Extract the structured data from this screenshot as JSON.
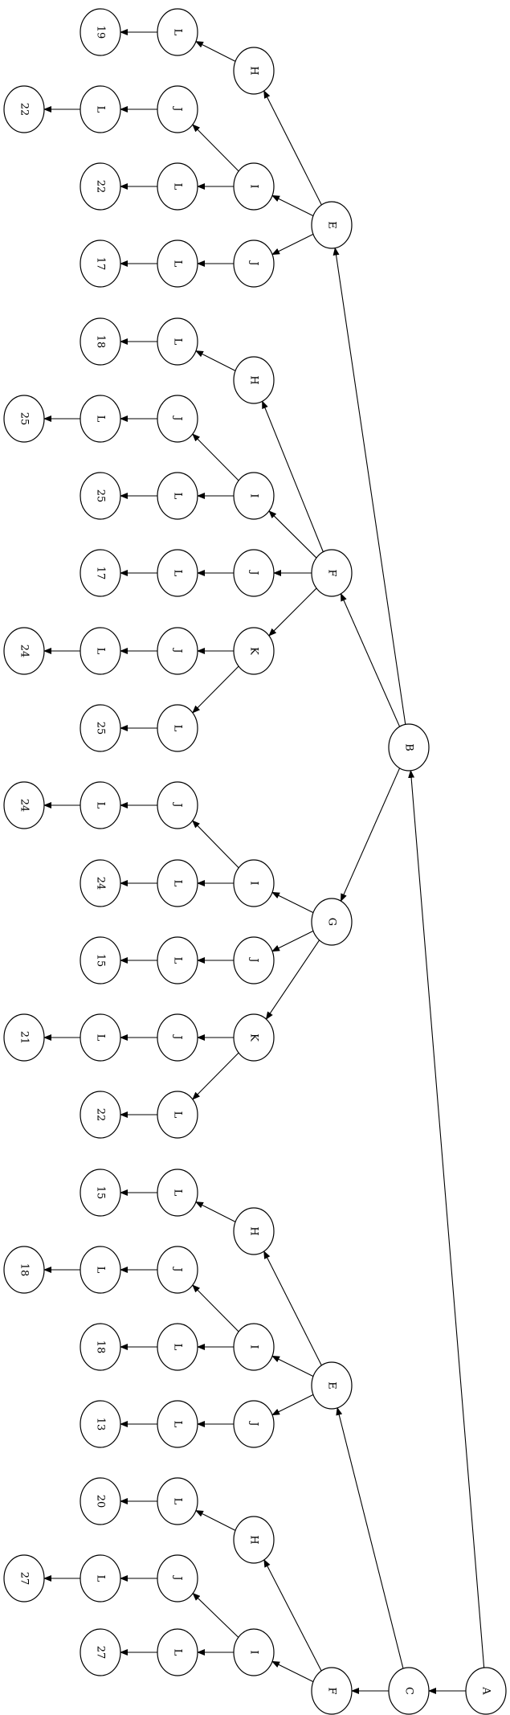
{
  "graph": {
    "nodes": [
      {
        "id": "a",
        "label": "A"
      },
      {
        "id": "b",
        "label": "B"
      },
      {
        "id": "c",
        "label": "C"
      },
      {
        "id": "e1",
        "label": "E"
      },
      {
        "id": "h1",
        "label": "H"
      },
      {
        "id": "l19",
        "label": "L"
      },
      {
        "id": "v19",
        "label": "19"
      },
      {
        "id": "i1",
        "label": "I"
      },
      {
        "id": "j1",
        "label": "J"
      },
      {
        "id": "l22a",
        "label": "L"
      },
      {
        "id": "v22a",
        "label": "22"
      },
      {
        "id": "l22b",
        "label": "L"
      },
      {
        "id": "v22b",
        "label": "22"
      },
      {
        "id": "j2",
        "label": "J"
      },
      {
        "id": "l17a",
        "label": "L"
      },
      {
        "id": "v17a",
        "label": "17"
      },
      {
        "id": "f1",
        "label": "F"
      },
      {
        "id": "h2",
        "label": "H"
      },
      {
        "id": "l18a",
        "label": "L"
      },
      {
        "id": "v18a",
        "label": "18"
      },
      {
        "id": "i2",
        "label": "I"
      },
      {
        "id": "j3",
        "label": "J"
      },
      {
        "id": "l25a",
        "label": "L"
      },
      {
        "id": "v25a",
        "label": "25"
      },
      {
        "id": "l25b",
        "label": "L"
      },
      {
        "id": "v25b",
        "label": "25"
      },
      {
        "id": "j4",
        "label": "J"
      },
      {
        "id": "l17b",
        "label": "L"
      },
      {
        "id": "v17b",
        "label": "17"
      },
      {
        "id": "k1",
        "label": "K"
      },
      {
        "id": "j5",
        "label": "J"
      },
      {
        "id": "l24a",
        "label": "L"
      },
      {
        "id": "v24a",
        "label": "24"
      },
      {
        "id": "l25c",
        "label": "L"
      },
      {
        "id": "v25c",
        "label": "25"
      },
      {
        "id": "g1",
        "label": "G"
      },
      {
        "id": "i3",
        "label": "I"
      },
      {
        "id": "j6",
        "label": "J"
      },
      {
        "id": "l24b",
        "label": "L"
      },
      {
        "id": "v24b",
        "label": "24"
      },
      {
        "id": "l24c",
        "label": "L"
      },
      {
        "id": "v24c",
        "label": "24"
      },
      {
        "id": "j7",
        "label": "J"
      },
      {
        "id": "l15a",
        "label": "L"
      },
      {
        "id": "v15a",
        "label": "15"
      },
      {
        "id": "k2",
        "label": "K"
      },
      {
        "id": "j8",
        "label": "J"
      },
      {
        "id": "l21",
        "label": "L"
      },
      {
        "id": "v21",
        "label": "21"
      },
      {
        "id": "l22c",
        "label": "L"
      },
      {
        "id": "v22c",
        "label": "22"
      },
      {
        "id": "e2",
        "label": "E"
      },
      {
        "id": "h3",
        "label": "H"
      },
      {
        "id": "l15b",
        "label": "L"
      },
      {
        "id": "v15b",
        "label": "15"
      },
      {
        "id": "i4",
        "label": "I"
      },
      {
        "id": "j9",
        "label": "J"
      },
      {
        "id": "l18b",
        "label": "L"
      },
      {
        "id": "v18b",
        "label": "18"
      },
      {
        "id": "l18c",
        "label": "L"
      },
      {
        "id": "v18c",
        "label": "18"
      },
      {
        "id": "j10",
        "label": "J"
      },
      {
        "id": "l13",
        "label": "L"
      },
      {
        "id": "v13",
        "label": "13"
      },
      {
        "id": "f2",
        "label": "F"
      },
      {
        "id": "h4",
        "label": "H"
      },
      {
        "id": "l20",
        "label": "L"
      },
      {
        "id": "v20",
        "label": "20"
      },
      {
        "id": "i5",
        "label": "I"
      },
      {
        "id": "j11",
        "label": "J"
      },
      {
        "id": "l27a",
        "label": "L"
      },
      {
        "id": "v27a",
        "label": "27"
      },
      {
        "id": "l27b",
        "label": "L"
      },
      {
        "id": "v27b",
        "label": "27"
      }
    ],
    "edges": [
      [
        "a",
        "b"
      ],
      [
        "a",
        "c"
      ],
      [
        "b",
        "e1"
      ],
      [
        "b",
        "f1"
      ],
      [
        "b",
        "g1"
      ],
      [
        "c",
        "e2"
      ],
      [
        "c",
        "f2"
      ],
      [
        "e1",
        "h1"
      ],
      [
        "e1",
        "i1"
      ],
      [
        "e1",
        "j2"
      ],
      [
        "h1",
        "l19"
      ],
      [
        "l19",
        "v19"
      ],
      [
        "i1",
        "j1"
      ],
      [
        "i1",
        "l22b"
      ],
      [
        "j1",
        "l22a"
      ],
      [
        "l22a",
        "v22a"
      ],
      [
        "l22b",
        "v22b"
      ],
      [
        "j2",
        "l17a"
      ],
      [
        "l17a",
        "v17a"
      ],
      [
        "f1",
        "h2"
      ],
      [
        "f1",
        "i2"
      ],
      [
        "f1",
        "j4"
      ],
      [
        "f1",
        "k1"
      ],
      [
        "h2",
        "l18a"
      ],
      [
        "l18a",
        "v18a"
      ],
      [
        "i2",
        "j3"
      ],
      [
        "i2",
        "l25b"
      ],
      [
        "j3",
        "l25a"
      ],
      [
        "l25a",
        "v25a"
      ],
      [
        "l25b",
        "v25b"
      ],
      [
        "j4",
        "l17b"
      ],
      [
        "l17b",
        "v17b"
      ],
      [
        "k1",
        "j5"
      ],
      [
        "k1",
        "l25c"
      ],
      [
        "j5",
        "l24a"
      ],
      [
        "l24a",
        "v24a"
      ],
      [
        "l25c",
        "v25c"
      ],
      [
        "g1",
        "i3"
      ],
      [
        "g1",
        "j7"
      ],
      [
        "g1",
        "k2"
      ],
      [
        "i3",
        "j6"
      ],
      [
        "i3",
        "l24c"
      ],
      [
        "j6",
        "l24b"
      ],
      [
        "l24b",
        "v24b"
      ],
      [
        "l24c",
        "v24c"
      ],
      [
        "j7",
        "l15a"
      ],
      [
        "l15a",
        "v15a"
      ],
      [
        "k2",
        "j8"
      ],
      [
        "k2",
        "l22c"
      ],
      [
        "j8",
        "l21"
      ],
      [
        "l21",
        "v21"
      ],
      [
        "l22c",
        "v22c"
      ],
      [
        "e2",
        "h3"
      ],
      [
        "e2",
        "i4"
      ],
      [
        "e2",
        "j10"
      ],
      [
        "h3",
        "l15b"
      ],
      [
        "l15b",
        "v15b"
      ],
      [
        "i4",
        "j9"
      ],
      [
        "i4",
        "l18c"
      ],
      [
        "j9",
        "l18b"
      ],
      [
        "l18b",
        "v18b"
      ],
      [
        "l18c",
        "v18c"
      ],
      [
        "j10",
        "l13"
      ],
      [
        "l13",
        "v13"
      ],
      [
        "f2",
        "h4"
      ],
      [
        "f2",
        "i5"
      ],
      [
        "h4",
        "l20"
      ],
      [
        "l20",
        "v20"
      ],
      [
        "i5",
        "j11"
      ],
      [
        "i5",
        "l27b"
      ],
      [
        "j11",
        "l27a"
      ],
      [
        "l27a",
        "v27a"
      ],
      [
        "l27b",
        "v27b"
      ]
    ]
  }
}
